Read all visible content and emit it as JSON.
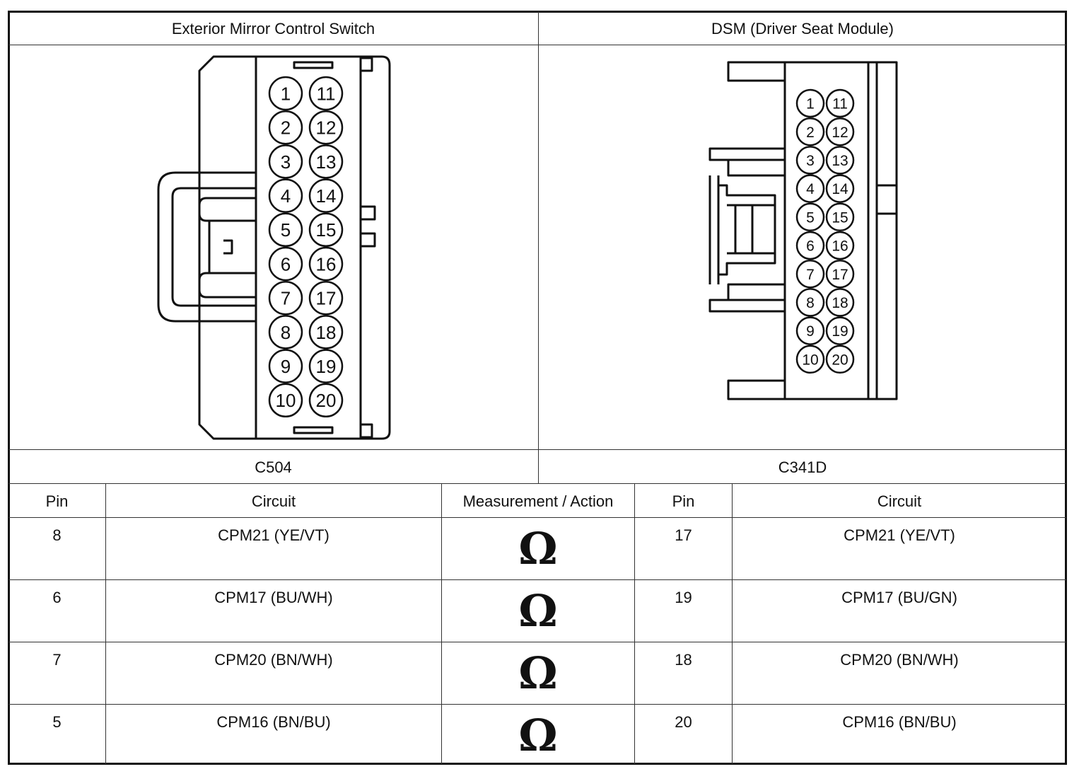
{
  "headers": {
    "left_component": "Exterior Mirror Control Switch",
    "right_component": "DSM (Driver Seat Module)"
  },
  "connectors": {
    "left_id": "C504",
    "right_id": "C341D",
    "left_pins": [
      "1",
      "2",
      "3",
      "4",
      "5",
      "6",
      "7",
      "8",
      "9",
      "10",
      "11",
      "12",
      "13",
      "14",
      "15",
      "16",
      "17",
      "18",
      "19",
      "20"
    ],
    "right_pins": [
      "1",
      "2",
      "3",
      "4",
      "5",
      "6",
      "7",
      "8",
      "9",
      "10",
      "11",
      "12",
      "13",
      "14",
      "15",
      "16",
      "17",
      "18",
      "19",
      "20"
    ]
  },
  "table": {
    "columns": [
      "Pin",
      "Circuit",
      "Measurement / Action",
      "Pin",
      "Circuit"
    ],
    "rows": [
      {
        "pin_a": "8",
        "circuit_a": "CPM21 (YE/VT)",
        "action": "Ω",
        "pin_b": "17",
        "circuit_b": "CPM21 (YE/VT)"
      },
      {
        "pin_a": "6",
        "circuit_a": "CPM17 (BU/WH)",
        "action": "Ω",
        "pin_b": "19",
        "circuit_b": "CPM17 (BU/GN)"
      },
      {
        "pin_a": "7",
        "circuit_a": "CPM20 (BN/WH)",
        "action": "Ω",
        "pin_b": "18",
        "circuit_b": "CPM20 (BN/WH)"
      },
      {
        "pin_a": "5",
        "circuit_a": "CPM16 (BN/BU)",
        "action": "Ω",
        "pin_b": "20",
        "circuit_b": "CPM16 (BN/BU)"
      }
    ]
  }
}
